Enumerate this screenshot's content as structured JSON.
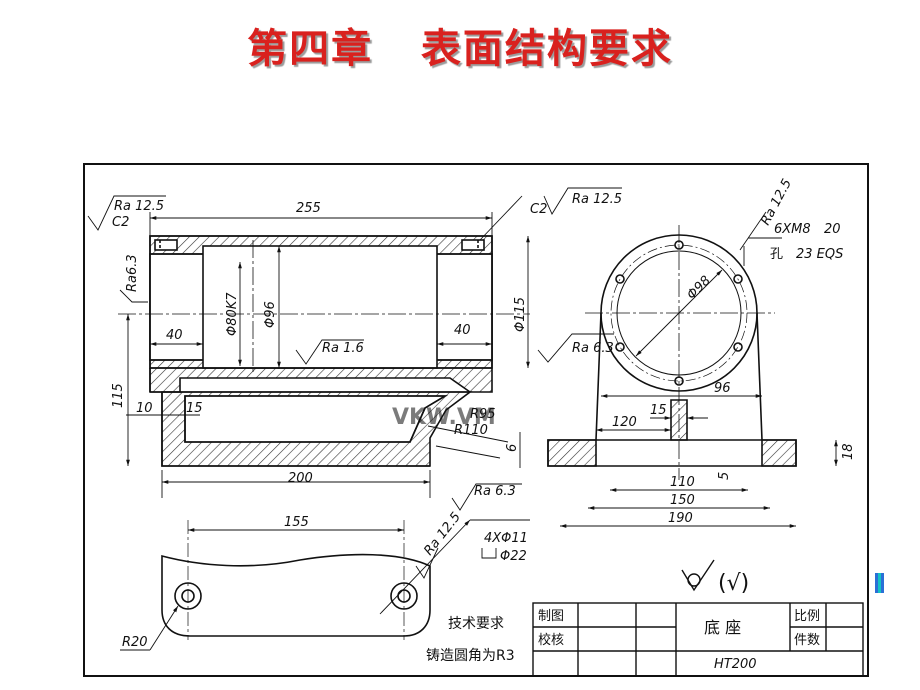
{
  "title": "第四章   表面结构要求",
  "front_view": {
    "roughness_top_left": "Ra 12.5",
    "chamfer_top_left": "C2",
    "dim_length": "255",
    "chamfer_top_right": "C2",
    "roughness_top_right": "Ra 12.5",
    "roughness_left_face": "Ra6.3",
    "dim_bore_fit": "Φ80K7",
    "dim_bore": "Φ96",
    "roughness_bore": "Ra 1.6",
    "dim_left_40": "40",
    "dim_right_40": "40",
    "dim_outer_dia": "Φ115",
    "roughness_right": "Ra 6.3",
    "dim_height": "115",
    "dim_10": "10",
    "dim_15": "15",
    "dim_R95": "R95",
    "dim_R110": "R110",
    "dim_6": "6",
    "dim_200": "200",
    "roughness_bottom": "Ra 6.3"
  },
  "side_view": {
    "roughness_flange": "Ra 12.5",
    "hole_callout_1": "6XM8",
    "hole_callout_1_depth": "20",
    "hole_callout_2_prefix": "孔",
    "hole_callout_2": "23 EQS",
    "dim_pcd": "Φ98",
    "dim_96": "96",
    "dim_120": "120",
    "dim_15": "15",
    "dim_110": "110",
    "dim_5": "5",
    "dim_150": "150",
    "dim_190": "190",
    "dim_18": "18"
  },
  "top_view": {
    "dim_155": "155",
    "roughness": "Ra 12.5",
    "holes": "4XΦ11",
    "counterbore": "Φ22",
    "radius": "R20"
  },
  "notes": {
    "heading": "技术要求",
    "body": "铸造圆角为R3",
    "general_roughness": "(√)"
  },
  "title_block": {
    "drawn": "制图",
    "checked": "校核",
    "part_name": "底  座",
    "scale": "比例",
    "qty": "件数",
    "material": "HT200"
  },
  "watermark": "VKW.VM"
}
